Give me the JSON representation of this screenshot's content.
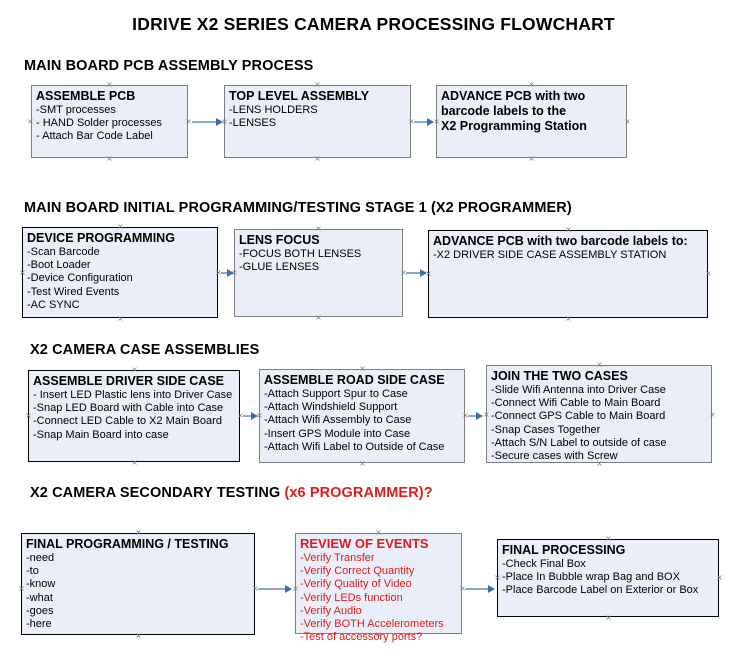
{
  "document": {
    "title": "IDRIVE X2  SERIES CAMERA PROCESSING FLOWCHART",
    "type": "flowchart"
  },
  "colors": {
    "box_fill": "#e9eef8",
    "box_border": "#000000",
    "box_border_gray": "#7e7e7e",
    "connector": "#8ea9c8",
    "arrowhead": "#3a6fae",
    "text": "#000000",
    "accent_red": "#e01b1b"
  },
  "sections": [
    {
      "id": "main-board-pcb-assembly-process",
      "heading": "MAIN BOARD PCB ASSEMBLY PROCESS",
      "heading_accent": "",
      "boxes": [
        {
          "id": "assemble-pcb",
          "title": "ASSEMBLE PCB",
          "lines": [
            "-SMT processes",
            "- HAND Solder processes",
            "- Attach Bar Code Label"
          ]
        },
        {
          "id": "top-level-assembly",
          "title": "TOP LEVEL ASSEMBLY",
          "lines": [
            "-LENS HOLDERS",
            "-LENSES"
          ]
        },
        {
          "id": "advance-pcb-to-x2-programming-station",
          "title": "ADVANCE PCB with two\nbarcode labels to the\n X2 Programming Station",
          "title_l1": "ADVANCE PCB with two",
          "title_l2": "barcode labels to the",
          "title_l3": " X2 Programming Station",
          "lines": []
        }
      ]
    },
    {
      "id": "main-board-initial-programming",
      "heading": "MAIN BOARD INITIAL PROGRAMMING/TESTING STAGE 1 (X2 PROGRAMMER)",
      "heading_accent": "",
      "boxes": [
        {
          "id": "device-programming",
          "title": "DEVICE PROGRAMMING",
          "lines": [
            "-Scan Barcode",
            "-Boot Loader",
            "-Device Configuration",
            "-Test Wired Events",
            "-AC SYNC"
          ]
        },
        {
          "id": "lens-focus",
          "title": "LENS FOCUS",
          "lines": [
            "-FOCUS BOTH LENSES",
            "-GLUE LENSES"
          ]
        },
        {
          "id": "advance-pcb-to-driver-side-case-assembly",
          "title": "ADVANCE PCB with two barcode labels to:",
          "lines": [
            "-X2 DRIVER  SIDE  CASE  ASSEMBLY STATION"
          ]
        }
      ]
    },
    {
      "id": "x2-camera-case-assemblies",
      "heading": "X2 CAMERA CASE ASSEMBLIES",
      "heading_accent": "",
      "boxes": [
        {
          "id": "assemble-driver-side-case",
          "title": "ASSEMBLE DRIVER SIDE CASE",
          "lines": [
            "- Insert LED Plastic lens into Driver Case",
            "-Snap LED Board with Cable into Case",
            "-Connect LED Cable to X2 Main Board",
            "-Snap Main Board into case"
          ]
        },
        {
          "id": "assemble-road-side-case",
          "title": "ASSEMBLE ROAD SIDE CASE",
          "lines": [
            "-Attach Support Spur to Case",
            "-Attach Windshield Support",
            "-Attach Wifi Assembly to Case",
            "-Insert GPS Module into Case",
            "-Attach Wifi Label to Outside of Case"
          ]
        },
        {
          "id": "join-the-two-cases",
          "title": "JOIN THE TWO CASES",
          "lines": [
            "-Slide Wifi Antenna into Driver Case",
            "-Connect Wifi Cable to Main Board",
            "-Connect GPS Cable to Main Board",
            "-Snap Cases Together",
            "-Attach S/N Label to outside of case",
            "-Secure cases with Screw"
          ]
        }
      ]
    },
    {
      "id": "x2-camera-secondary-testing",
      "heading": "X2 CAMERA SECONDARY TESTING ",
      "heading_accent": "(x6 PROGRAMMER)?",
      "boxes": [
        {
          "id": "final-programming-testing",
          "title": "FINAL PROGRAMMING / TESTING",
          "lines": [
            "-need",
            "-to",
            "-know",
            "-what",
            "-goes",
            "-here"
          ]
        },
        {
          "id": "review-of-events",
          "title": "REVIEW OF EVENTS",
          "lines": [
            "-Verify Transfer",
            "-Verify Correct Quantity",
            "-Verify Quality of Video",
            "-Verify LEDs function",
            "-Verify Audio",
            "-Verify BOTH Accelerometers",
            "-Test of accessory ports?"
          ]
        },
        {
          "id": "final-processing",
          "title": "FINAL PROCESSING",
          "lines": [
            " -Check Final Box",
            "-Place In Bubble wrap Bag and BOX",
            "-Place Barcode Label on Exterior or Box"
          ]
        }
      ]
    }
  ]
}
